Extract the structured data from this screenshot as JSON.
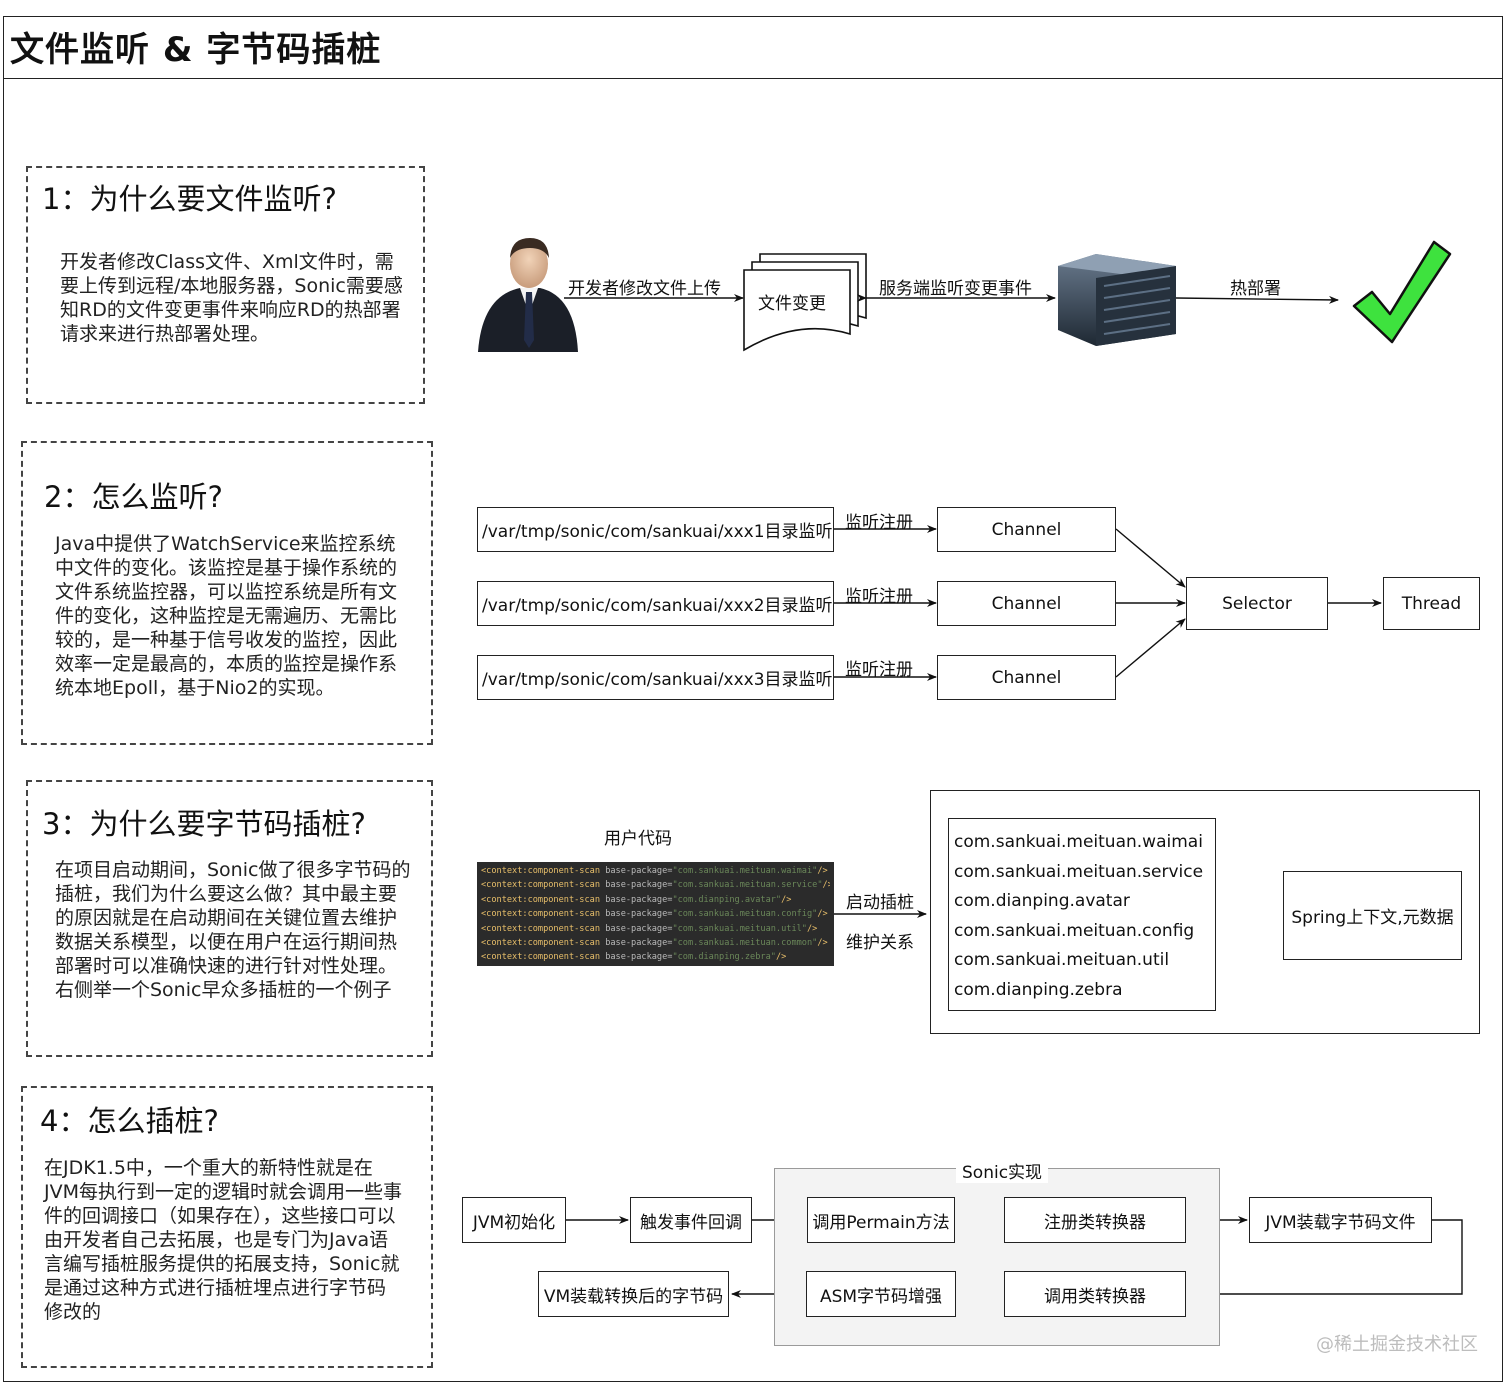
{
  "title": "文件监听 & 字节码插桩",
  "sections": [
    {
      "heading": "1：为什么要文件监听?",
      "body": "开发者修改Class文件、Xml文件时，需要上传到远程/本地服务器，Sonic需要感知RD的文件变更事件来响应RD的热部署请求来进行热部署处理。"
    },
    {
      "heading": "2：怎么监听?",
      "body": "Java中提供了WatchService来监控系统中文件的变化。该监控是基于操作系统的文件系统监控器，可以监控系统是所有文件的变化，这种监控是无需遍历、无需比较的，是一种基于信号收发的监控，因此效率一定是最高的，本质的监控是操作系统本地Epoll，基于Nio2的实现。"
    },
    {
      "heading": "3：为什么要字节码插桩?",
      "body": "在项目启动期间，Sonic做了很多字节码的插桩，我们为什么要这么做？其中最主要的原因就是在启动期间在关键位置去维护数据关系模型，以便在用户在运行期间热部署时可以准确快速的进行针对性处理。右侧举一个Sonic早众多插桩的一个例子"
    },
    {
      "heading": "4：怎么插桩?",
      "body": "在JDK1.5中，一个重大的新特性就是在JVM每执行到一定的逻辑时就会调用一些事件的回调接口（如果存在），这些接口可以由开发者自己去拓展，也是专门为Java语言编写插桩服务提供的拓展支持，Sonic就是通过这种方式进行插桩埋点进行字节码修改的"
    }
  ],
  "flow1": {
    "edge_upload": "开发者修改文件上传",
    "doc_label": "文件变更",
    "edge_listen": "服务端监听变更事件",
    "edge_deploy": "热部署",
    "icons": [
      "developer-avatar-icon",
      "document-stack-icon",
      "server-icon",
      "checkmark-icon"
    ],
    "check_color": "#3ee23e"
  },
  "flow2": {
    "dirs": [
      "/var/tmp/sonic/com/sankuai/xxx1目录监听",
      "/var/tmp/sonic/com/sankuai/xxx2目录监听",
      "/var/tmp/sonic/com/sankuai/xxx3目录监听"
    ],
    "edge_label": "监听注册",
    "channel": "Channel",
    "selector": "Selector",
    "thread": "Thread"
  },
  "flow3": {
    "code_title": "用户代码",
    "code_lines": [
      [
        "<context:component-scan ",
        "base-package=",
        "\"com.sankuai.meituan.waimai\"",
        "/>"
      ],
      [
        "<context:component-scan ",
        "base-package=",
        "\"com.sankuai.meituan.service\"",
        "/>"
      ],
      [
        "<context:component-scan ",
        "base-package=",
        "\"com.dianping.avatar\"",
        "/>"
      ],
      [
        "<context:component-scan ",
        "base-package=",
        "\"com.sankuai.meituan.config\"",
        "/>"
      ],
      [
        "<context:component-scan ",
        "base-package=",
        "\"com.sankuai.meituan.util\"",
        "/>"
      ],
      [
        "<context:component-scan ",
        "base-package=",
        "\"com.sankuai.meituan.common\"",
        "/>"
      ],
      [
        "<context:component-scan ",
        "base-package=",
        "\"com.dianping.zebra\"",
        "/>"
      ]
    ],
    "edge_label_1": "启动插桩",
    "edge_label_2": "维护关系",
    "packages": [
      "com.sankuai.meituan.waimai",
      "com.sankuai.meituan.service",
      "com.dianping.avatar",
      "com.sankuai.meituan.config",
      "com.sankuai.meituan.util",
      "com.dianping.zebra"
    ],
    "spring": "Spring上下文,元数据"
  },
  "flow4": {
    "sonic_title": "Sonic实现",
    "jvm_init": "JVM初始化",
    "trigger": "触发事件回调",
    "permain": "调用Permain方法",
    "register": "注册类转换器",
    "jvm_load": "JVM装载字节码文件",
    "call_transformer": "调用类转换器",
    "asm": "ASM字节码增强",
    "vm_load": "VM装载转换后的字节码"
  },
  "watermark": "@稀土掘金技术社区"
}
